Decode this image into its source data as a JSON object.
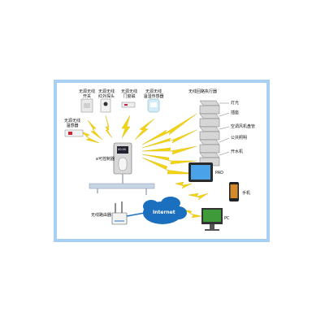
{
  "sensors": {
    "switch": "无源无线\n开关",
    "ir_probe": "无源无线\n红外探头",
    "door": "无源无线\n门窗磁",
    "temp_hum": "无源无线\n温湿传感器",
    "smoke": "无源无线\n温感器"
  },
  "controller_label": "e可控制器",
  "relay_title": "无线回路执行器",
  "relay_loads": [
    "灯光",
    "插座",
    "空调风机盘管",
    "公共照明",
    "开水机"
  ],
  "router_label": "无线路由器",
  "internet_label": "Internet",
  "pad_label": "PAD",
  "phone_label": "手机",
  "pc_label": "PC",
  "controller_screen": "00:00",
  "colors": {
    "frame": "#a9d0f0",
    "bolt": "#f3d415",
    "cloud": "#1a6fbf",
    "wire": "#b0b8c4"
  }
}
